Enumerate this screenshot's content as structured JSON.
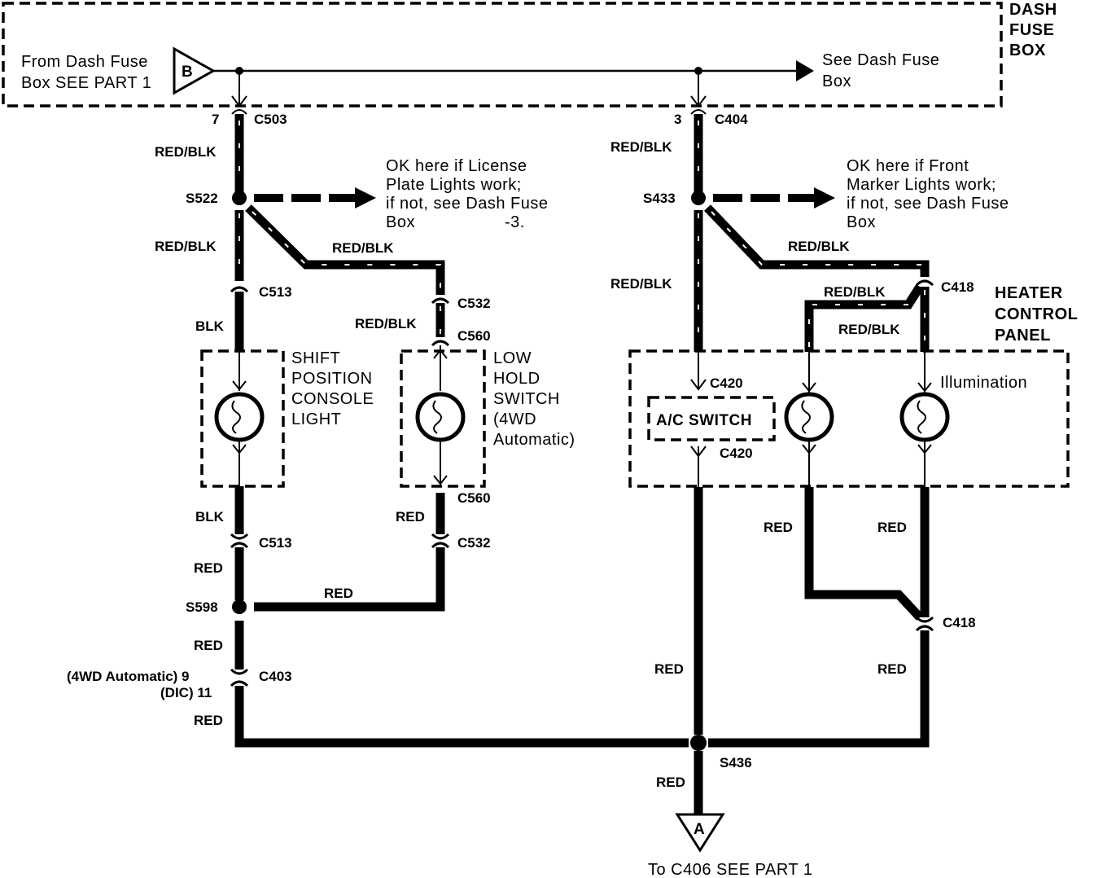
{
  "dash_fuse_box": {
    "title_lines": [
      "DASH",
      "FUSE",
      "BOX"
    ],
    "from_label_lines": [
      "From Dash Fuse",
      "Box SEE PART 1"
    ],
    "from_connector": "B",
    "see_label_lines": [
      "See Dash Fuse",
      "Box"
    ]
  },
  "left_branch": {
    "pin_c503": "7",
    "connector_c503": "C503",
    "wire_top": "RED/BLK",
    "splice_s522": "S522",
    "note_lines": [
      "OK here if License",
      "Plate Lights work;",
      "if not, see Dash Fuse",
      "Box",
      "-3."
    ],
    "wire_mid": "RED/BLK",
    "wire_diag": "RED/BLK",
    "connector_c513_top": "C513",
    "wire_blk_top": "BLK",
    "connector_c532_top": "C532",
    "wire_c532_c560": "RED/BLK",
    "connector_c560_top": "C560",
    "shift_light_lines": [
      "SHIFT",
      "POSITION",
      "CONSOLE",
      "LIGHT"
    ],
    "low_hold_lines": [
      "LOW",
      "HOLD",
      "SWITCH",
      "(4WD",
      "Automatic)"
    ],
    "wire_blk_bottom": "BLK",
    "connector_c513_bottom": "C513",
    "connector_c560_bottom": "C560",
    "wire_red_c560": "RED",
    "connector_c532_bottom": "C532",
    "wire_red_s598_top": "RED",
    "splice_s598": "S598",
    "wire_red_s598_right": "RED",
    "wire_red_c403_top": "RED",
    "c403_pin_lines": [
      "(4WD Automatic) 9",
      "(DIC) 11"
    ],
    "connector_c403": "C403",
    "wire_red_bottom": "RED"
  },
  "right_branch": {
    "pin_c404": "3",
    "connector_c404": "C404",
    "wire_top": "RED/BLK",
    "splice_s433": "S433",
    "note_lines": [
      "OK here if Front",
      "Marker Lights work;",
      "if not, see Dash Fuse",
      "Box"
    ],
    "wire_diag": "RED/BLK",
    "wire_left": "RED/BLK",
    "connector_c418_top": "C418",
    "wire_c418_left": "RED/BLK",
    "wire_c418_right": "RED/BLK",
    "heater_panel_lines": [
      "HEATER",
      "CONTROL",
      "PANEL"
    ],
    "connector_c420_top": "C420",
    "ac_switch": "A/C SWITCH",
    "connector_c420_bottom": "C420",
    "illumination": "Illumination",
    "wire_red_left": "RED",
    "wire_red_right": "RED",
    "connector_c418_bottom": "C418",
    "wire_red_ac": "RED",
    "wire_red_c418_below": "RED",
    "splice_s436": "S436",
    "wire_red_ground": "RED",
    "ground_connector": "A",
    "bottom_label": "To C406 SEE PART 1"
  }
}
